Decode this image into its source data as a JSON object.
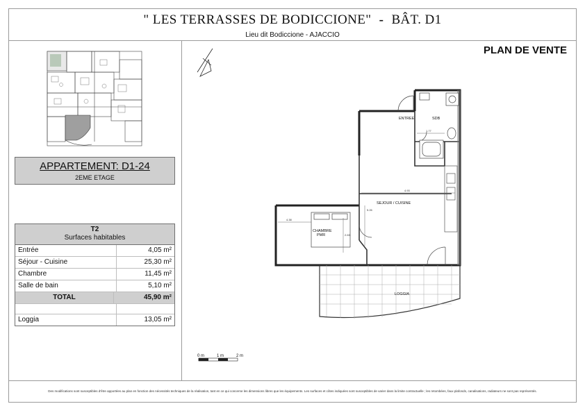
{
  "header": {
    "title": "\" LES TERRASSES DE BODICCIONE\"",
    "title_sep": "-",
    "building": "BÂT. D1",
    "subtitle": "Lieu dit Bodiccione - AJACCIO",
    "plan_label": "PLAN DE VENTE"
  },
  "apartment": {
    "title": "APPARTEMENT: D1-24",
    "floor": "2EME ETAGE"
  },
  "surfaces": {
    "type": "T2",
    "heading": "Surfaces habitables",
    "rows": [
      {
        "label": "Entrée",
        "value": "4,05 m²"
      },
      {
        "label": "Séjour - Cuisine",
        "value": "25,30 m²"
      },
      {
        "label": "Chambre",
        "value": "11,45 m²"
      },
      {
        "label": "Salle de bain",
        "value": "5,10 m²"
      }
    ],
    "total": {
      "label": "TOTAL",
      "value": "45,90 m²"
    },
    "loggia": {
      "label": "Loggia",
      "value": "13,05 m²"
    }
  },
  "plan": {
    "rooms": {
      "entree": "ENTREE",
      "sdb": "SDB",
      "sejour": "SEJOUR / CUISINE",
      "chambre": "CHAMBRE",
      "pmr": "PMR",
      "loggia": "LOGGIA"
    },
    "dims": {
      "d1": "1.77",
      "d2": "4.93",
      "d3": "4.38",
      "d4": "5.26",
      "d5": "2.63"
    },
    "scale": {
      "l0": "0 m",
      "l1": "1 m",
      "l2": "2 m"
    }
  },
  "footer": "Des modifications sont susceptibles d'être apportées au plan en fonction des nécessités techniques de la réalisation, tant en ce qui concerne les dimensions libres que les équipements. Les surfaces et côtes indiquées sont susceptibles de varier dans la limite contractuelle ; les retombées, faux plafonds, canalisations, radiateurs ne sont pas représentés."
}
